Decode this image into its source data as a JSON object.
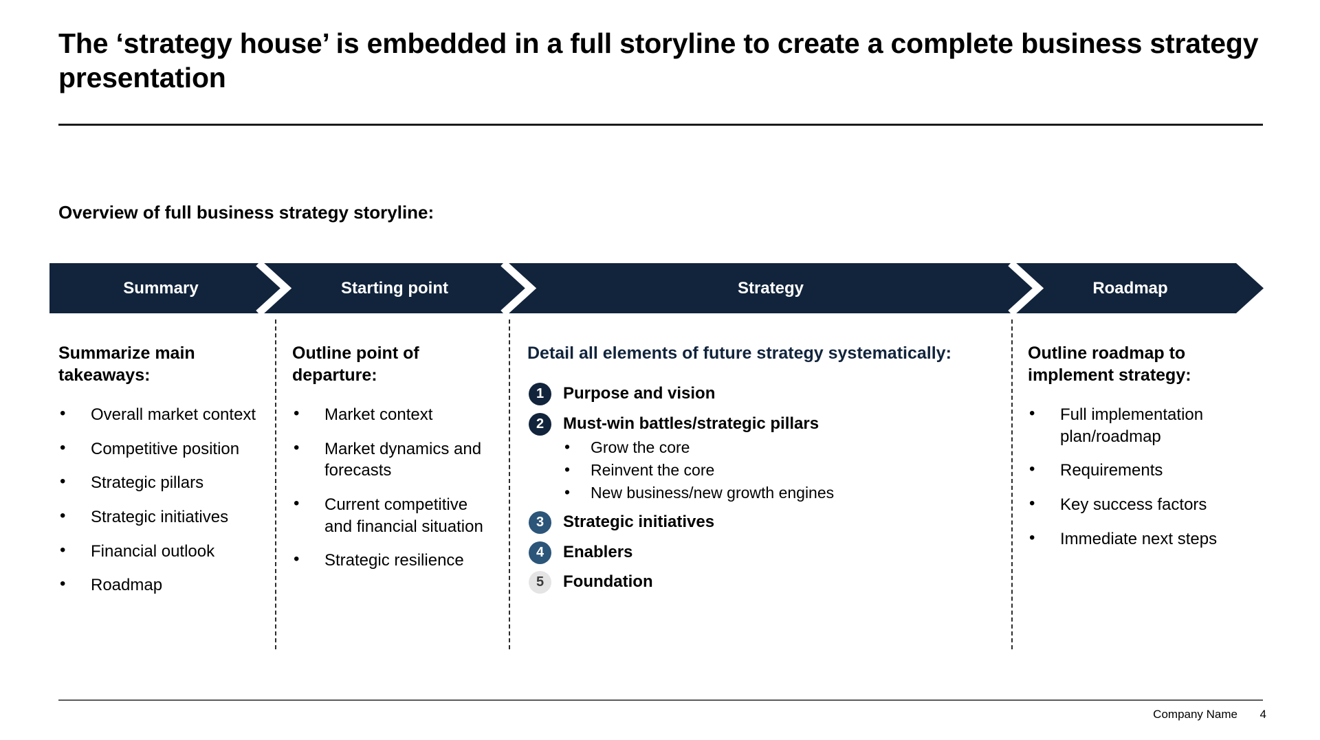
{
  "slide": {
    "title": "The ‘strategy house’ is embedded in a full storyline to create a complete business strategy presentation",
    "subtitle": "Overview of full business strategy storyline:"
  },
  "colors": {
    "banner_navy": "#12243c",
    "badge_dark": "#12243c",
    "badge_blue": "#2b5579",
    "badge_gray": "#e4e4e4",
    "badge_gray_text": "#3c3c3c",
    "heading_navy": "#12243c",
    "divider": "#2b2b2b"
  },
  "banner": {
    "stages": [
      {
        "label": "Summary"
      },
      {
        "label": "Starting point"
      },
      {
        "label": "Strategy"
      },
      {
        "label": "Roadmap"
      }
    ]
  },
  "columns": [
    {
      "key": "summary",
      "heading": "Summarize main takeaways:",
      "heading_color": "black",
      "bullets": [
        "Overall market context",
        "Competitive position",
        "Strategic pillars",
        "Strategic initiatives",
        "Financial outlook",
        "Roadmap"
      ]
    },
    {
      "key": "starting-point",
      "heading": "Outline point of departure:",
      "heading_color": "black",
      "bullets": [
        "Market context",
        "Market dynamics and forecasts",
        "Current competitive and financial situation",
        "Strategic resilience"
      ]
    },
    {
      "key": "strategy",
      "heading": "Detail all elements of future strategy systematically:",
      "heading_color": "navy",
      "numbered": [
        {
          "number": "1",
          "title": "Purpose and vision",
          "badge_style": "dark",
          "subbullets": []
        },
        {
          "number": "2",
          "title": "Must-win battles/strategic pillars",
          "badge_style": "dark",
          "subbullets": [
            "Grow the core",
            "Reinvent the core",
            "New business/new growth engines"
          ]
        },
        {
          "number": "3",
          "title": "Strategic initiatives",
          "badge_style": "blue",
          "subbullets": []
        },
        {
          "number": "4",
          "title": "Enablers",
          "badge_style": "blue",
          "subbullets": []
        },
        {
          "number": "5",
          "title": "Foundation",
          "badge_style": "gray",
          "subbullets": []
        }
      ]
    },
    {
      "key": "roadmap",
      "heading": "Outline roadmap to implement strategy:",
      "heading_color": "black",
      "bullets": [
        "Full implementation plan/roadmap",
        "Requirements",
        "Key success factors",
        "Immediate next steps"
      ]
    }
  ],
  "footer": {
    "company": "Company Name",
    "page_number": "4"
  }
}
